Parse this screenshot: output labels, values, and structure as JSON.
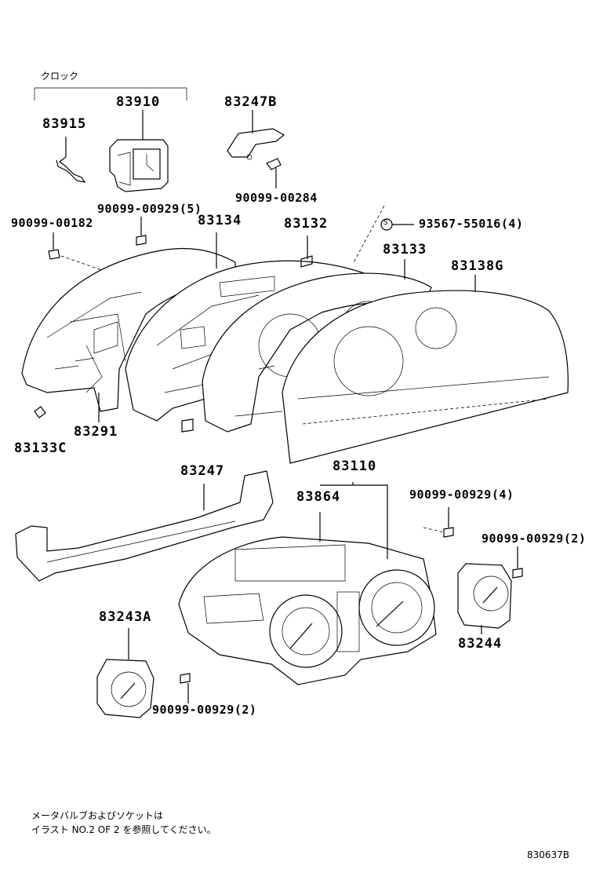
{
  "group_label": "クロック",
  "parts": {
    "p83910": "83910",
    "p83915": "83915",
    "p83247B": "83247B",
    "p90099_00284": "90099-00284",
    "p90099_00929_5": "90099-00929(5)",
    "p90099_00182": "90099-00182",
    "p83134": "83134",
    "p83132": "83132",
    "s_mark": "S",
    "p93567_55016_4": "93567-55016(4)",
    "p83133": "83133",
    "p83138G": "83138G",
    "p83291": "83291",
    "p83133C": "83133C",
    "p83247": "83247",
    "p83110": "83110",
    "p83864": "83864",
    "p90099_00929_4": "90099-00929(4)",
    "p90099_00929_2a": "90099-00929(2)",
    "p83243A": "83243A",
    "p83244": "83244",
    "p90099_00929_2b": "90099-00929(2)"
  },
  "note_line1": "メータバルブおよびソケットは",
  "note_line2": "イラスト NO.2 OF 2 を参照してください。",
  "ref_code": "830637B"
}
